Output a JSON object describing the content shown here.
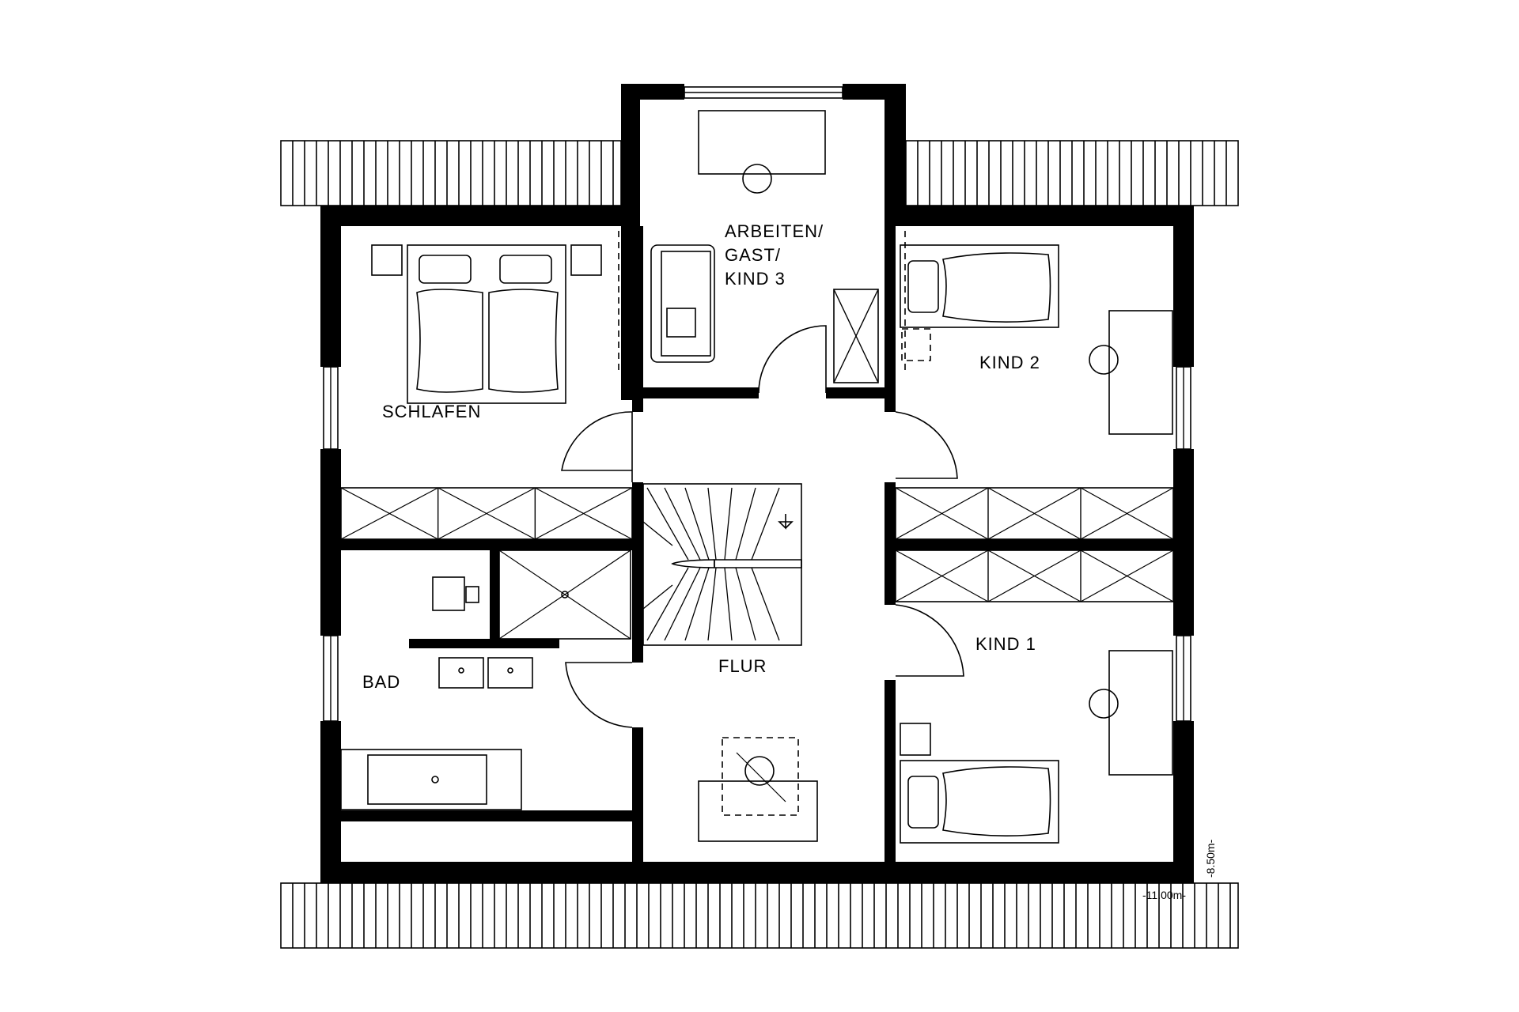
{
  "rooms": {
    "schlafen": "SCHLAFEN",
    "arbeiten_line1": "ARBEITEN/",
    "arbeiten_line2": "GAST/",
    "arbeiten_line3": "KIND 3",
    "kind2": "KIND 2",
    "kind1": "KIND 1",
    "bad": "BAD",
    "flur": "FLUR"
  },
  "dimensions": {
    "width": "-11.00m-",
    "depth": "-8.50m-"
  }
}
